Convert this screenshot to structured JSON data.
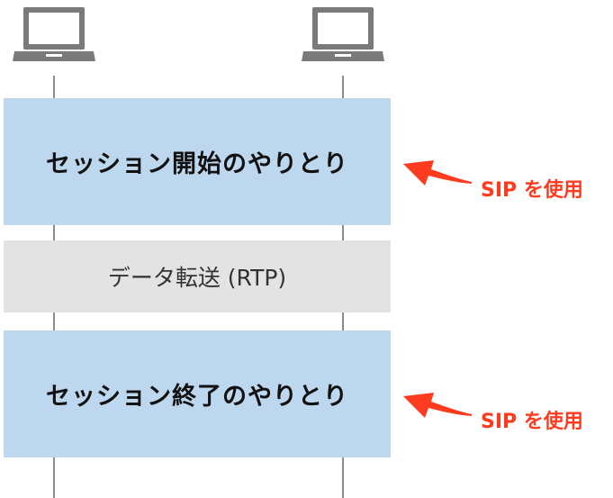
{
  "endpoints": [
    {
      "icon": "laptop-icon"
    },
    {
      "icon": "laptop-icon"
    }
  ],
  "blocks": {
    "session_start": "セッション開始のやりとり",
    "data_transfer": "データ転送 (RTP)",
    "session_end": "セッション終了のやりとり"
  },
  "notes": {
    "start": "SIP を使用",
    "end": "SIP を使用"
  },
  "colors": {
    "sip_block": "#bdd7ee",
    "rtp_block": "#e3e3e3",
    "note_accent": "#ff3b1f",
    "lifeline": "#8c8c8c"
  }
}
